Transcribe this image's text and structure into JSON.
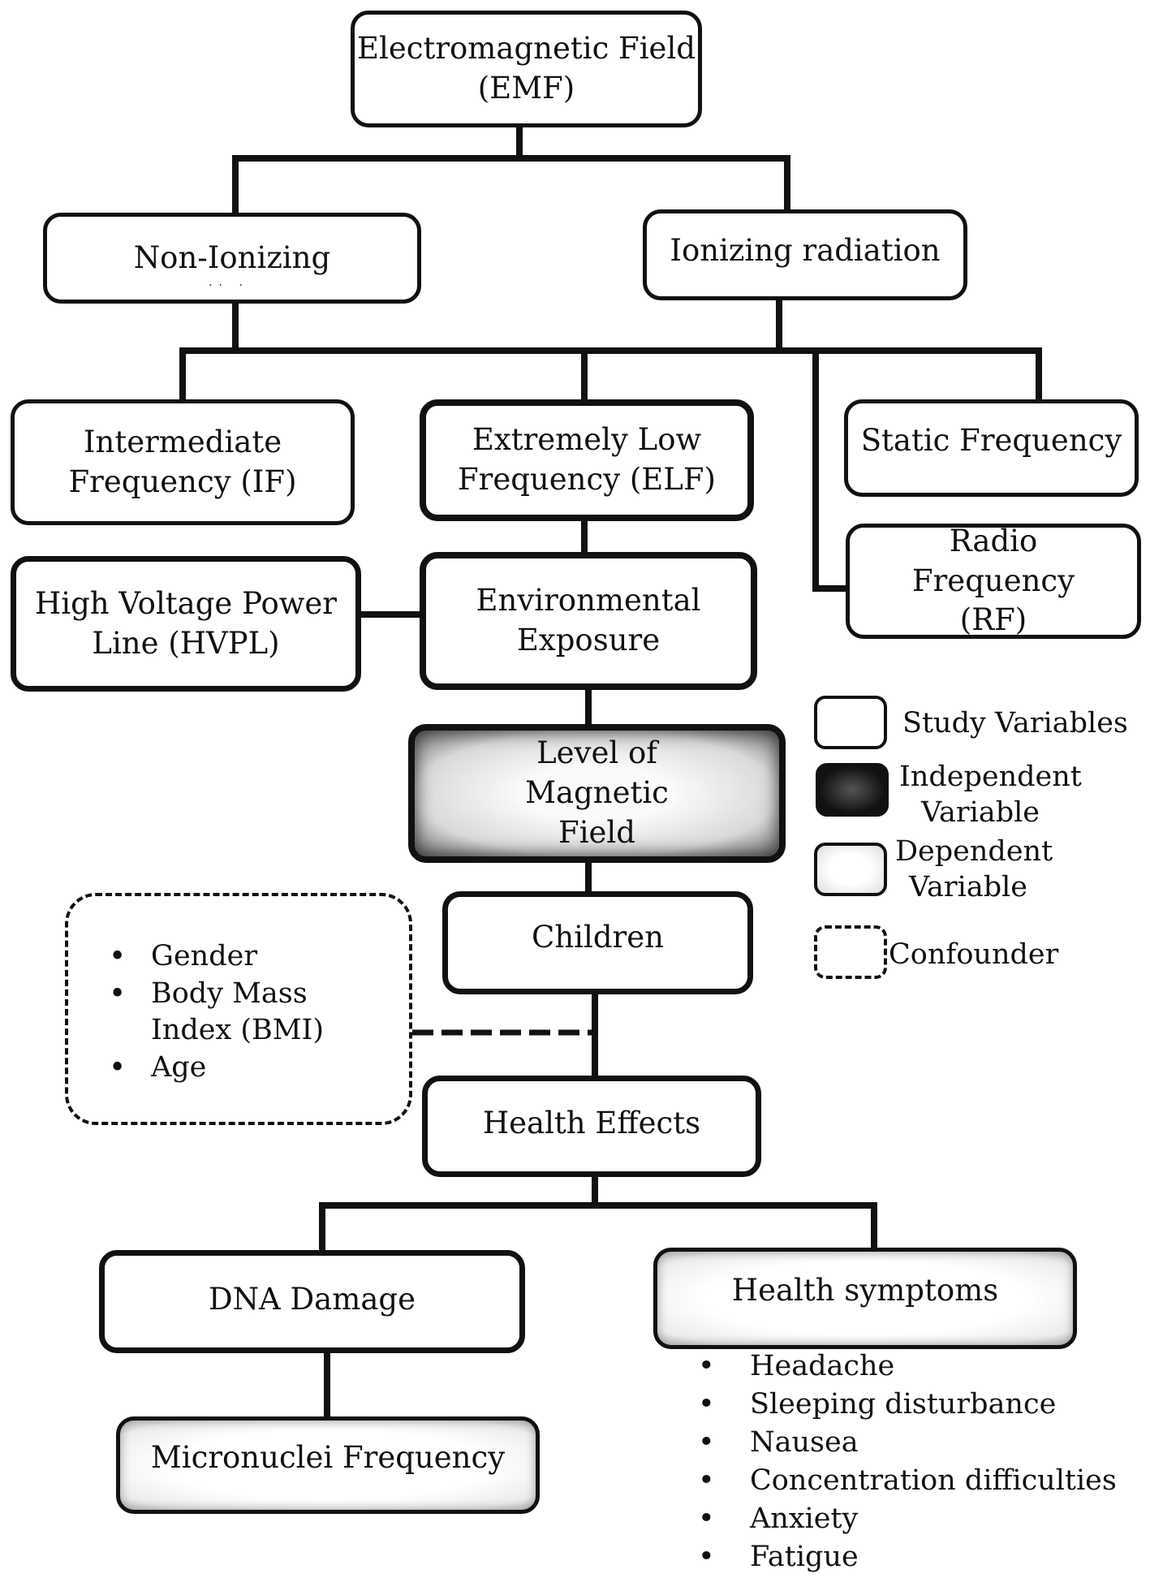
{
  "nodes": {
    "emf": "Electromagnetic Field (EMF)",
    "non_ionizing": "Non-Ionizing",
    "ionizing": "Ionizing radiation",
    "if": "Intermediate Frequency (IF)",
    "elf": "Extremely Low Frequency (ELF)",
    "static": "Static Frequency",
    "rf": "Radio Frequency (RF)",
    "hvpl": "High Voltage Power Line (HVPL)",
    "env": "Environmental Exposure",
    "magnetic": "Level of Magnetic Field",
    "children": "Children",
    "health": "Health Effects",
    "dna": "DNA Damage",
    "symptoms": "Health symptoms",
    "micronuclei": "Micronuclei Frequency"
  },
  "confounders": [
    "Gender",
    "Body Mass Index (BMI)",
    "Age"
  ],
  "symptoms_list": [
    "Headache",
    "Sleeping disturbance",
    "Nausea",
    "Concentration difficulties",
    "Anxiety",
    "Fatigue"
  ],
  "legend": {
    "study": "Study Variables",
    "independent": "Independent Variable",
    "dependent": "Dependent Variable",
    "confounder": "Confounder"
  },
  "stray_marks": ".. ."
}
